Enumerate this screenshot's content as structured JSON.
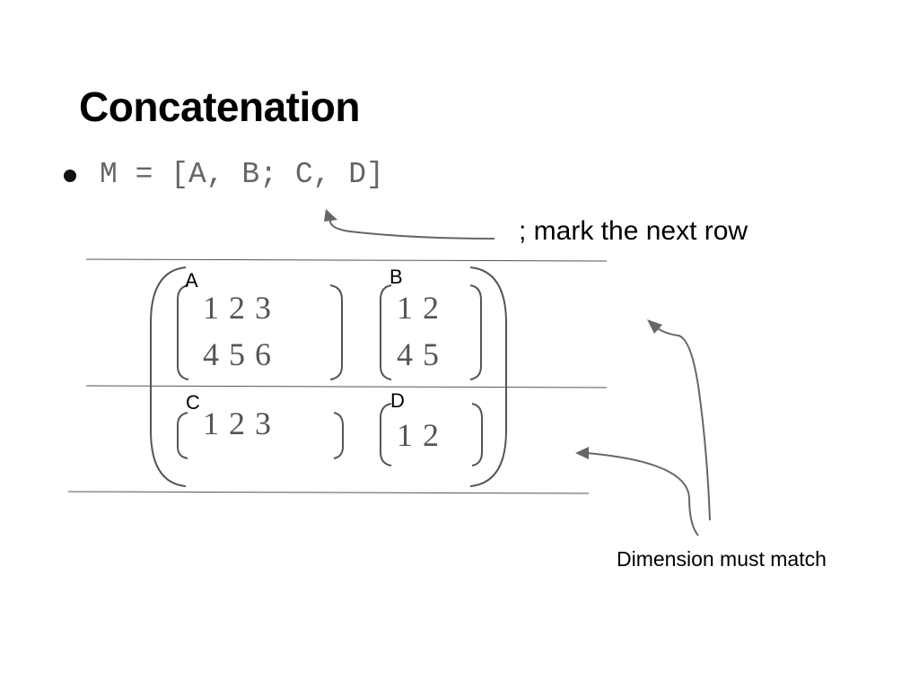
{
  "slide": {
    "title": "Concatenation",
    "bullet": "M = [A, B; C, D]",
    "note_row": "; mark the next row",
    "note_dimension": "Dimension must match"
  },
  "matrices": {
    "A": {
      "label": "A",
      "rows": [
        "1 2 3",
        "4 5 6"
      ]
    },
    "B": {
      "label": "B",
      "rows": [
        "1 2",
        "4 5"
      ]
    },
    "C": {
      "label": "C",
      "rows": [
        "1 2 3"
      ]
    },
    "D": {
      "label": "D",
      "rows": [
        "1 2"
      ]
    }
  }
}
